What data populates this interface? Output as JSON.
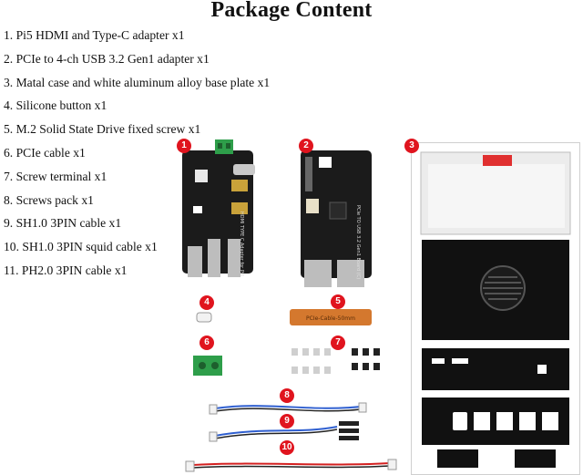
{
  "title": "Package Content",
  "items": [
    "1. Pi5 HDMI and Type-C adapter x1",
    "2. PCIe to 4-ch USB 3.2 Gen1 adapter x1",
    "3. Matal case and white aluminum alloy base plate x1",
    "4. Silicone button x1",
    "5. M.2 Solid State Drive fixed screw x1",
    "6. PCIe cable x1",
    "7. Screw terminal x1",
    "8. Screws pack x1",
    "9. SH1.0 3PIN cable x1",
    "10. SH1.0 3PIN squid cable x1",
    "11. PH2.0 3PIN cable x1"
  ],
  "badges": [
    "1",
    "2",
    "3",
    "4",
    "5",
    "6",
    "7",
    "8",
    "9",
    "10"
  ],
  "board_labels": {
    "board1_silk": "HDMI TYPE C Adapter for Pi5",
    "board2_silk": "PCIe TO USB 3.2 Gen1 Board (C)",
    "cable_silk": "PCIe-Cable-50mm"
  },
  "colors": {
    "badge": "#e0141e",
    "board": "#1a1a1a",
    "terminal": "#2e9e4a",
    "flex_cable": "#d4782e",
    "case_black": "#111111",
    "case_white": "#eeeeee",
    "cable_blue": "#2f5fd0",
    "cable_red": "#d42020"
  }
}
